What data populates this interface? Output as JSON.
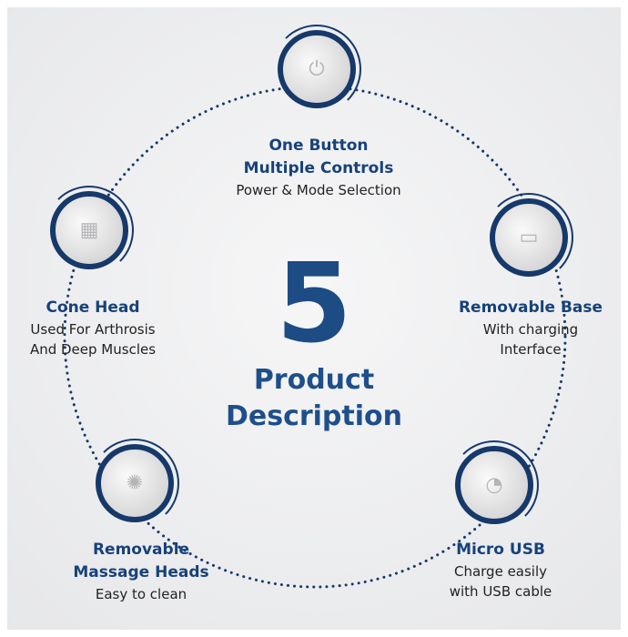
{
  "center": {
    "number": "5",
    "line1": "Product",
    "line2": "Description"
  },
  "features": [
    {
      "title1": "One Button",
      "title2": "Multiple Controls",
      "desc1": "Power & Mode Selection",
      "desc2": "",
      "icon": "power-button-icon"
    },
    {
      "title1": "Removable Base",
      "title2": "",
      "desc1": "With charging",
      "desc2": "Interface",
      "icon": "base-icon"
    },
    {
      "title1": "Micro USB",
      "title2": "",
      "desc1": "Charge easily",
      "desc2": "with USB cable",
      "icon": "usb-icon"
    },
    {
      "title1": "Removable",
      "title2": "Massage Heads",
      "desc1": "Easy to clean",
      "desc2": "",
      "icon": "massage-heads-icon"
    },
    {
      "title1": "Cone Head",
      "title2": "",
      "desc1": "Used For Arthrosis",
      "desc2": "And Deep Muscles",
      "icon": "cone-head-icon"
    }
  ],
  "colors": {
    "navy": "#16396a",
    "accent": "#1f4f8a"
  }
}
